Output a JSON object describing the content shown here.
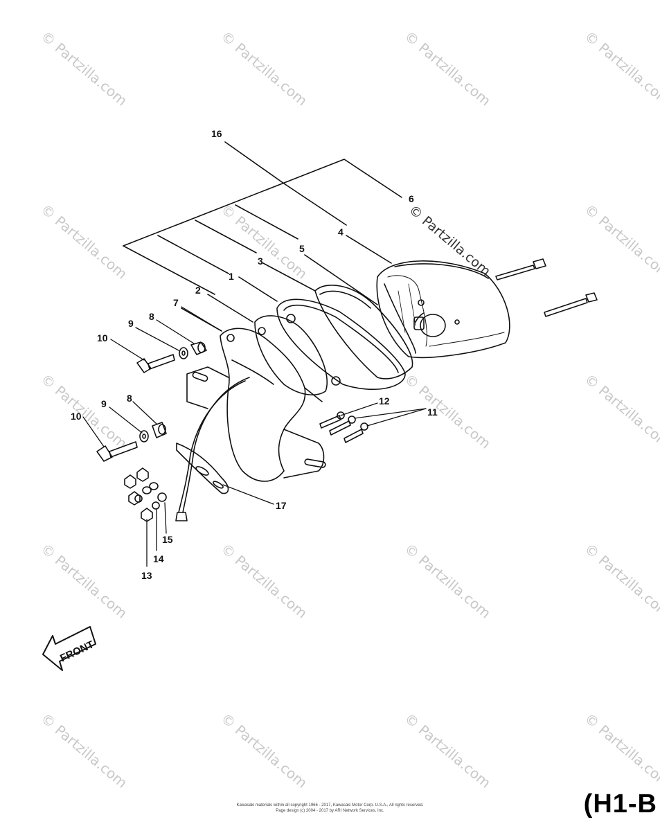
{
  "watermark_text": "© Partzilla.com",
  "diagram_ref": "(H1-B",
  "front_label": "FRONT",
  "callouts": {
    "c1": "1",
    "c2": "2",
    "c3": "3",
    "c4": "4",
    "c5": "5",
    "c6": "6",
    "c7": "7",
    "c8a": "8",
    "c8b": "8",
    "c9a": "9",
    "c9b": "9",
    "c10a": "10",
    "c10b": "10",
    "c11": "11",
    "c12": "12",
    "c13": "13",
    "c14": "14",
    "c15": "15",
    "c16": "16",
    "c17": "17"
  },
  "footer": {
    "line1": "Kawasaki materials within all copyright 1966 - 2017, Kawasaki Motor Corp. U.S.A., All rights reserved.",
    "line2": "Page design (c) 2004 - 2017 by ARI Network Services, Inc."
  },
  "colors": {
    "line": "#111111",
    "watermark": "#c8c8c8"
  }
}
